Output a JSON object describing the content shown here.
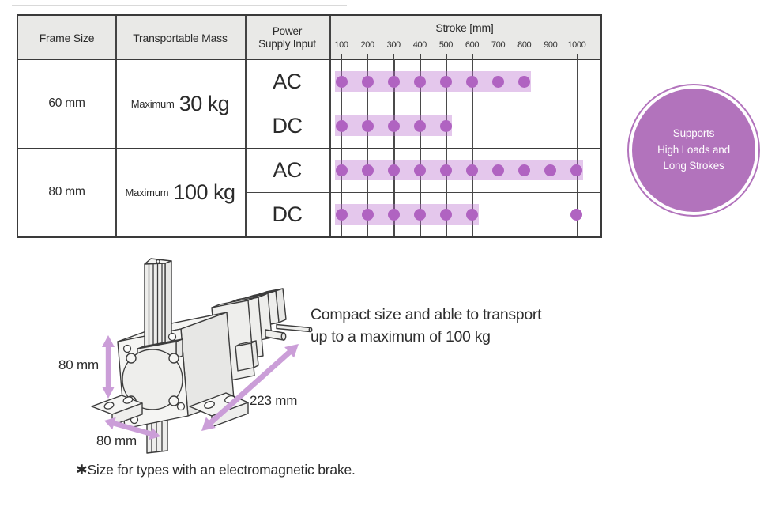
{
  "colors": {
    "accent": "#b273bc",
    "bar": "rgba(183,108,205,0.38)",
    "dot": "#b063c1",
    "arrow": "#cb9ed8",
    "header_bg": "#e9e9e7",
    "border": "#3a3a3a",
    "grid": "#4a4a4a"
  },
  "table": {
    "col_headers": {
      "frame": "Frame Size",
      "mass": "Transportable Mass",
      "power_line1": "Power",
      "power_line2": "Supply Input",
      "stroke": "Stroke [mm]"
    },
    "ticks": [
      "100",
      "200",
      "300",
      "400",
      "500",
      "600",
      "700",
      "800",
      "900",
      "1000"
    ],
    "groups": [
      {
        "frame": "60 mm",
        "mass_label": "Maximum",
        "mass_value": "30 kg"
      },
      {
        "frame": "80 mm",
        "mass_label": "Maximum",
        "mass_value": "100 kg"
      }
    ]
  },
  "chart_data": {
    "type": "range_dots",
    "title": "Stroke [mm]",
    "x_ticks": [
      100,
      200,
      300,
      400,
      500,
      600,
      700,
      800,
      900,
      1000
    ],
    "x_unit": "mm",
    "rows": [
      {
        "frame_size": "60 mm",
        "transportable_mass": "Maximum 30 kg",
        "power": "AC",
        "bar": [
          100,
          800
        ],
        "available_strokes": [
          100,
          200,
          300,
          400,
          500,
          600,
          700,
          800
        ]
      },
      {
        "frame_size": "60 mm",
        "transportable_mass": "Maximum 30 kg",
        "power": "DC",
        "bar": [
          100,
          500
        ],
        "available_strokes": [
          100,
          200,
          300,
          400,
          500
        ]
      },
      {
        "frame_size": "80 mm",
        "transportable_mass": "Maximum 100 kg",
        "power": "AC",
        "bar": [
          100,
          1000
        ],
        "available_strokes": [
          100,
          200,
          300,
          400,
          500,
          600,
          700,
          800,
          900,
          1000
        ]
      },
      {
        "frame_size": "80 mm",
        "transportable_mass": "Maximum 100 kg",
        "power": "DC",
        "bar": [
          100,
          600
        ],
        "available_strokes": [
          100,
          200,
          300,
          400,
          500,
          600,
          1000
        ]
      }
    ]
  },
  "badge": {
    "line1": "Supports",
    "line2": "High Loads and",
    "line3": "Long Strokes"
  },
  "diagram": {
    "dim_height": "80 mm",
    "dim_width": "80 mm",
    "dim_length": "223 mm"
  },
  "caption": {
    "line1": "Compact size and able to transport",
    "line2": "up to a maximum of 100 kg"
  },
  "footnote": "✱Size for types with an electromagnetic brake."
}
